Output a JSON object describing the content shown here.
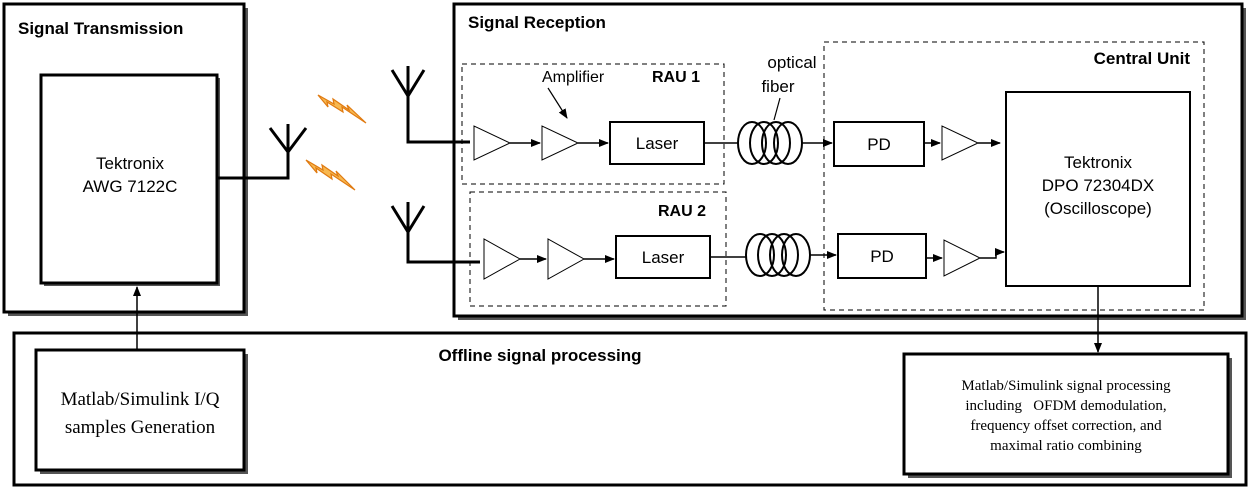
{
  "transmission": {
    "title": "Signal Transmission",
    "awg_line1": "Tektronix",
    "awg_line2": "AWG 7122C"
  },
  "reception": {
    "title": "Signal Reception",
    "rau1": {
      "label": "RAU 1",
      "amplifier_label": "Amplifier",
      "laser_label": "Laser"
    },
    "rau2": {
      "label": "RAU 2",
      "laser_label": "Laser"
    },
    "fiber_label_line1": "optical",
    "fiber_label_line2": "fiber",
    "central_unit": {
      "title": "Central Unit",
      "pd1_label": "PD",
      "pd2_label": "PD",
      "dpo_line1": "Tektronix",
      "dpo_line2": "DPO 72304DX",
      "dpo_line3": "(Oscilloscope)"
    }
  },
  "offline": {
    "title": "Offline signal processing",
    "generation_line1": "Matlab/Simulink I/Q",
    "generation_line2": "samples Generation",
    "processing_line1": "Matlab/Simulink signal processing",
    "processing_line2": "including   OFDM demodulation,",
    "processing_line3": "frequency offset correction, and",
    "processing_line4": "maximal ratio combining"
  },
  "colors": {
    "lightning": "#f5a020",
    "stroke": "#000000",
    "shadow": "#555555"
  }
}
